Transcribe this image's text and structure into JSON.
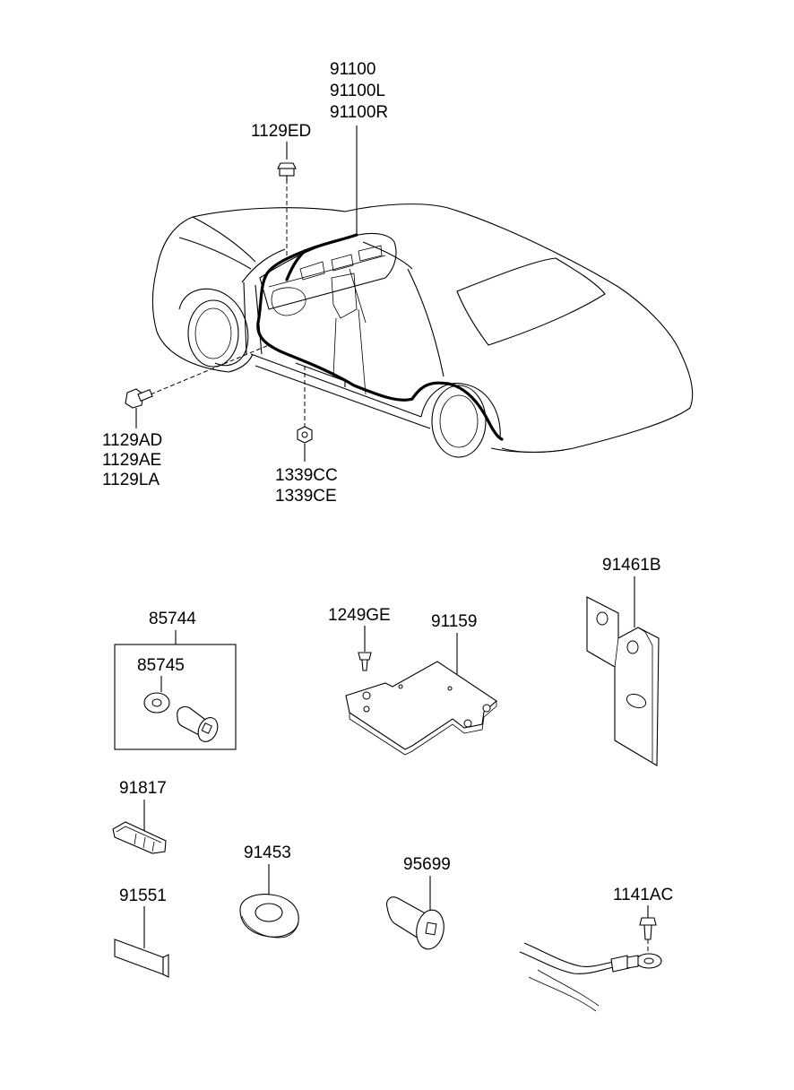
{
  "labels": {
    "main_harness": [
      "91100",
      "91100L",
      "91100R"
    ],
    "bolt_top": "1129ED",
    "bolt_left": [
      "1129AD",
      "1129AE",
      "1129LA"
    ],
    "nut_floor": [
      "1339CC",
      "1339CE"
    ],
    "grommet_kit": "85744",
    "washer": "85745",
    "screw_tapping": "1249GE",
    "bracket_plate": "91159",
    "bracket_side": "91461B",
    "clip": "91817",
    "grommet_oval": "91453",
    "grommet_round": "95699",
    "protector": "91551",
    "bolt_ground": "1141AC"
  }
}
